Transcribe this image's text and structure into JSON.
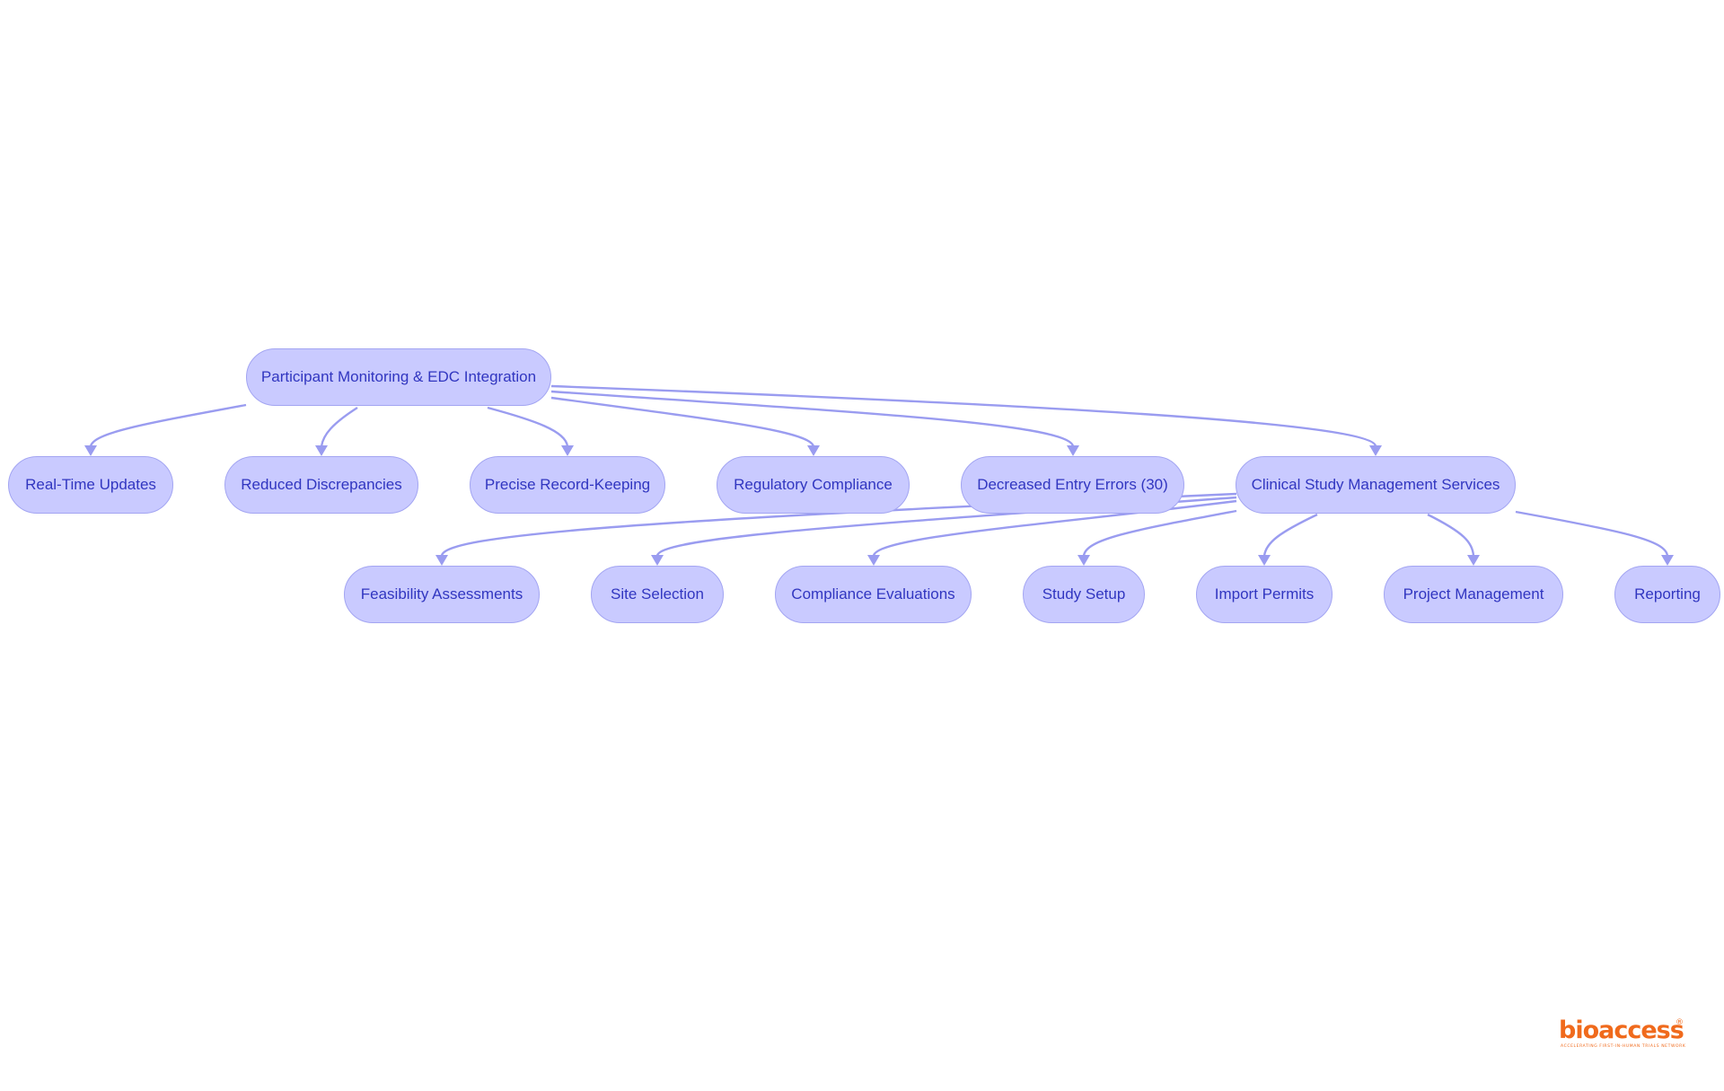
{
  "diagram": {
    "root": {
      "label": "Participant Monitoring & EDC Integration"
    },
    "level1": [
      {
        "label": "Real-Time Updates"
      },
      {
        "label": "Reduced Discrepancies"
      },
      {
        "label": "Precise Record-Keeping"
      },
      {
        "label": "Regulatory Compliance"
      },
      {
        "label": "Decreased Entry Errors (30)"
      },
      {
        "label": "Clinical Study Management Services"
      }
    ],
    "level2": [
      {
        "label": "Feasibility Assessments"
      },
      {
        "label": "Site Selection"
      },
      {
        "label": "Compliance Evaluations"
      },
      {
        "label": "Study Setup"
      },
      {
        "label": "Import Permits"
      },
      {
        "label": "Project Management"
      },
      {
        "label": "Reporting"
      }
    ],
    "colors": {
      "node_fill": "#c9caff",
      "node_border": "#a3a5f2",
      "node_text": "#3136c0",
      "edge": "#9a9cf0"
    }
  },
  "logo": {
    "name": "bioaccess",
    "tagline": "ACCELERATING FIRST-IN-HUMAN TRIALS NETWORK",
    "color": "#f06a1c"
  }
}
